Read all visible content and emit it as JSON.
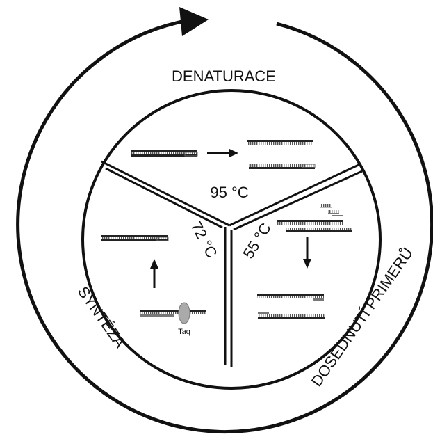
{
  "stages": {
    "denaturation": {
      "label": "DENATURACE",
      "temperature": "95 °C"
    },
    "annealing": {
      "label": "DOSEDNUTÍ PRIMERŮ",
      "temperature": "55 °C"
    },
    "synthesis": {
      "label": "SYNTÉZA",
      "temperature": "72 °C"
    }
  },
  "enzyme": {
    "label": "Taq"
  },
  "colors": {
    "ink": "#111111",
    "strand": "#222222",
    "primer": "#777777",
    "enzyme": "#aaaaaa"
  }
}
